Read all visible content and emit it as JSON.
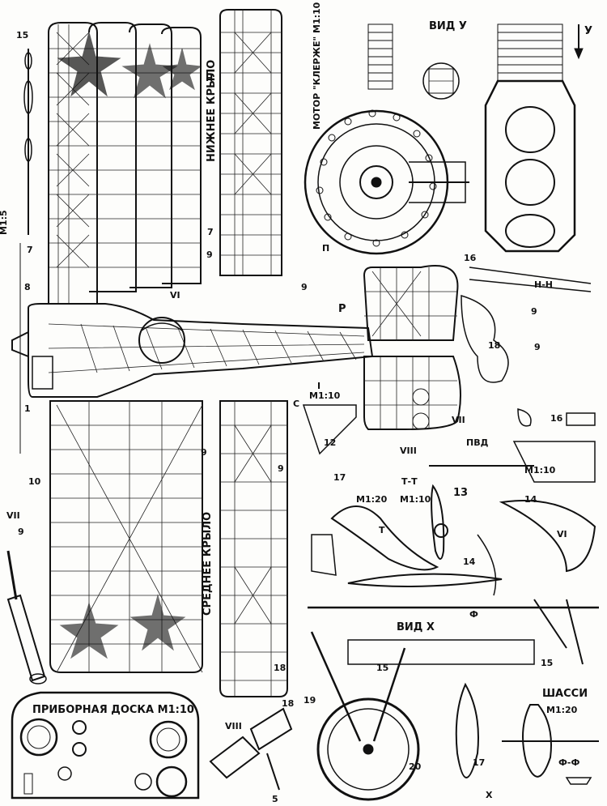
{
  "labels": {
    "scale_left": "M1:5",
    "scale_10": "M1:10",
    "scale_20": "M1:20",
    "motor": "МОТОР \"КЛЕРЖЕ\" M1:10",
    "view_u": "ВИД У",
    "u": "У",
    "lower_wing": "НИЖНЕЕ КРЫЛО",
    "middle_wing": "СРЕДНЕЕ КРЫЛО",
    "panel": "ПРИБОРНАЯ ДОСКА M1:10",
    "chassis": "ШАССИ",
    "view_x": "ВИД Х",
    "x": "X",
    "phi": "Ф",
    "phi_phi": "Ф-Ф",
    "hvd": "ПВД",
    "h": "Н",
    "hh": "Н-Н",
    "p": "П",
    "r": "Р",
    "s": "С",
    "t": "Т",
    "tt": "Т-Т",
    "sec_i": "I",
    "sec_vi": "VI",
    "sec_vii": "VII",
    "sec_viii": "VIII"
  },
  "numbers": [
    "15",
    "7",
    "8",
    "9",
    "1",
    "10",
    "16",
    "18",
    "12",
    "17",
    "13",
    "14",
    "5",
    "19",
    "20"
  ]
}
